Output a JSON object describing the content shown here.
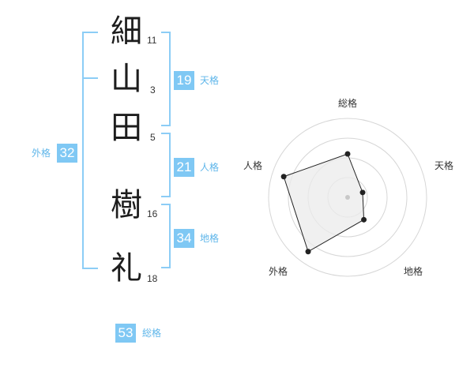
{
  "name": {
    "characters": [
      {
        "char": "細",
        "strokes": "11"
      },
      {
        "char": "山",
        "strokes": "3"
      },
      {
        "char": "田",
        "strokes": "5"
      },
      {
        "char": "樹",
        "strokes": "16"
      },
      {
        "char": "礼",
        "strokes": "18"
      }
    ]
  },
  "scores": {
    "tenkaku": {
      "value": "19",
      "label": "天格"
    },
    "jinkaku": {
      "value": "21",
      "label": "人格"
    },
    "chikaku": {
      "value": "34",
      "label": "地格"
    },
    "gaikaku": {
      "value": "32",
      "label": "外格"
    },
    "soukaku": {
      "value": "53",
      "label": "総格"
    }
  },
  "radar": {
    "axes": [
      "総格",
      "天格",
      "地格",
      "外格",
      "人格"
    ],
    "rings": 4,
    "levels": [
      0.55,
      0.2,
      0.35,
      0.85,
      0.85
    ],
    "colors": {
      "ring": "#d6d6d6",
      "fill": "#ebebeb",
      "stroke": "#222222",
      "dot": "#222222",
      "center": "#c8c8c8"
    }
  },
  "colors": {
    "accent": "#7fc8f4",
    "accent_text": "#5fb6ea",
    "bracket": "#8ccdf6"
  }
}
